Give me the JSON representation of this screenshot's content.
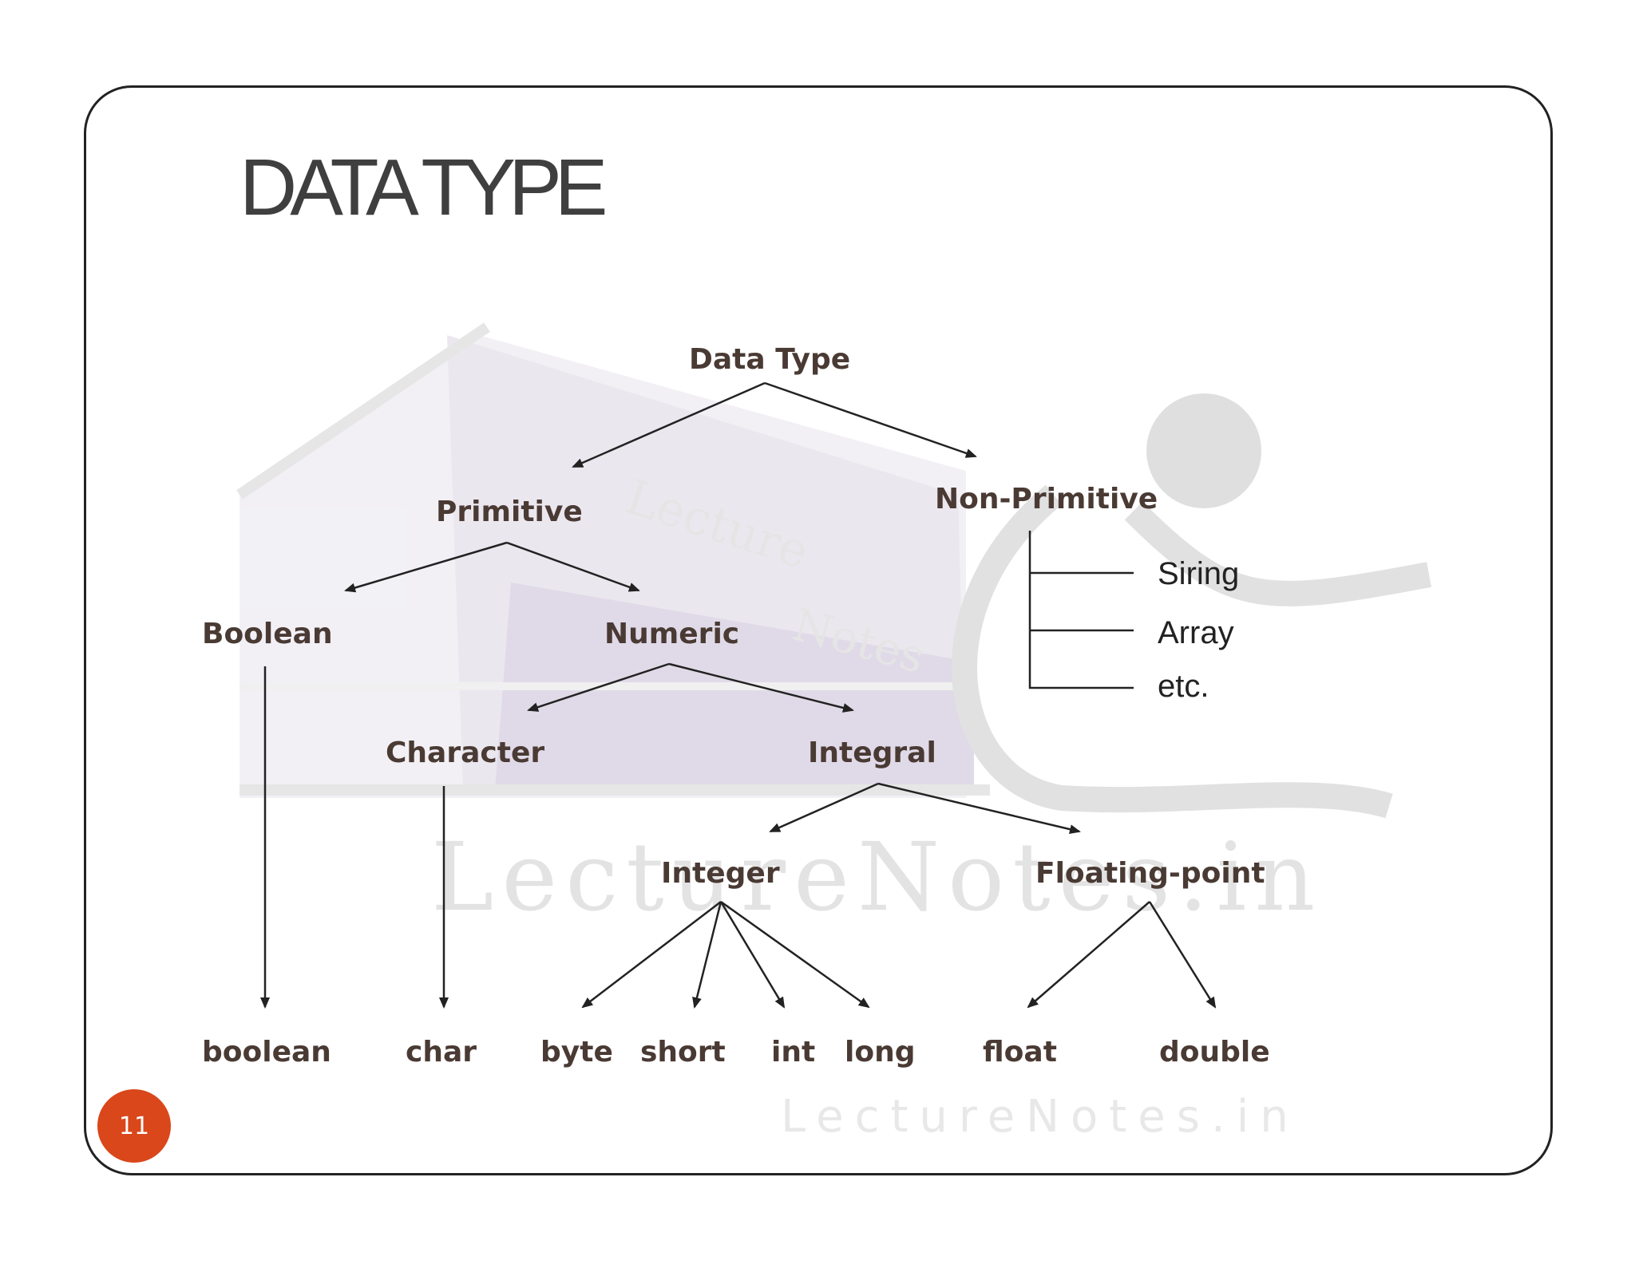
{
  "slide": {
    "title": "DATA TYPE",
    "page_number": "11"
  },
  "diagram": {
    "root": "Data Type",
    "primitive": "Primitive",
    "non_primitive": "Non-Primitive",
    "boolean_cat": "Boolean",
    "numeric": "Numeric",
    "character": "Character",
    "integral": "Integral",
    "integer": "Integer",
    "floating_point": "Floating-point",
    "leaves": [
      "boolean",
      "char",
      "byte",
      "short",
      "int",
      "long",
      "float",
      "double"
    ],
    "non_primitive_items": [
      "Siring",
      "Array",
      "etc."
    ]
  },
  "watermark": {
    "main": "LectureNotes.in",
    "footer": "LectureNotes.in",
    "logo_word1": "Lecture",
    "logo_word2": "Notes"
  },
  "colors": {
    "badge": "#d9471b",
    "label": "#4a3a34",
    "title": "#3f3f3f"
  }
}
